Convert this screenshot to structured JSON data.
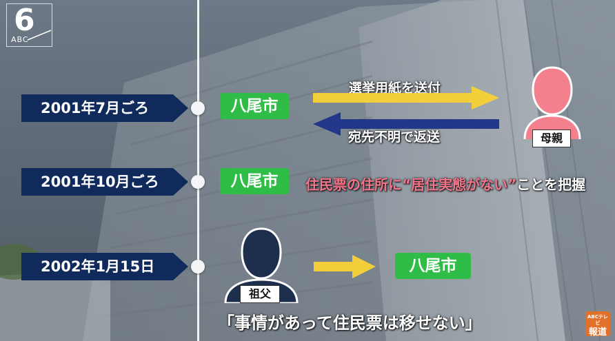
{
  "broadcaster_logo": {
    "number": "6",
    "text": "ABC"
  },
  "corner_logo": {
    "small": "ABCテレビ",
    "main": "報道"
  },
  "timeline": [
    {
      "date": "2001年7月ごろ",
      "city": "八尾市"
    },
    {
      "date": "2001年10月ごろ",
      "city": "八尾市"
    },
    {
      "date": "2002年1月15日"
    }
  ],
  "event1": {
    "send_label": "選挙用紙を送付",
    "return_label": "宛先不明で返送",
    "mother_label": "母親"
  },
  "event2": {
    "finding_pink": "住民票の住所に“居住実態がない”",
    "finding_white": "ことを把握"
  },
  "event3": {
    "grandfather_label": "祖父",
    "target_city": "八尾市",
    "quote": "「事情があって住民票は移せない」"
  },
  "colors": {
    "date_box": "#0f2a5b",
    "city_box": "#2fbd47",
    "send_arrow": "#f2cf3a",
    "return_arrow": "#22368a",
    "mother_silhouette": "#f4808e",
    "grandfather_silhouette": "#1e2f4d",
    "finding_pink": "#f2758a"
  }
}
